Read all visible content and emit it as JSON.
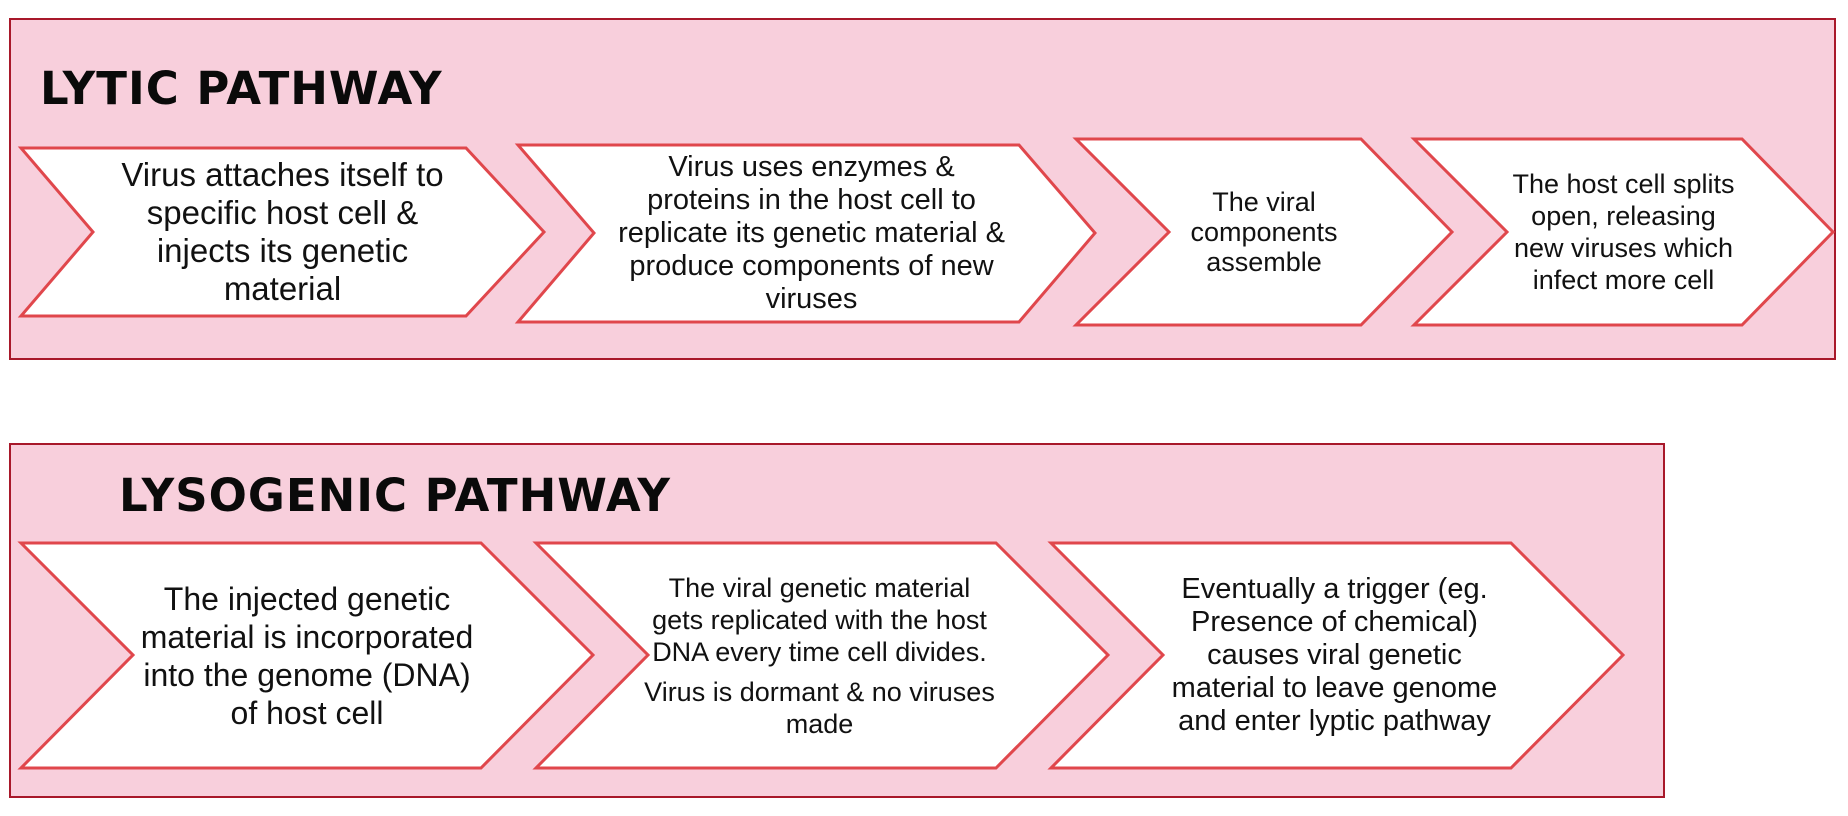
{
  "lytic": {
    "title": "LYTIC PATHWAY",
    "steps": [
      {
        "paragraphs": [
          "Virus attaches itself to specific host cell & injects its genetic material"
        ]
      },
      {
        "paragraphs": [
          "Virus uses enzymes & proteins in the host cell to replicate its genetic material & produce components of new viruses"
        ]
      },
      {
        "paragraphs": [
          "The viral components assemble"
        ]
      },
      {
        "paragraphs": [
          "The host cell splits open, releasing new viruses which infect more cell"
        ]
      }
    ]
  },
  "lysogenic": {
    "title": "LYSOGENIC PATHWAY",
    "steps": [
      {
        "paragraphs": [
          "The injected genetic material is incorporated into the genome (DNA) of host cell"
        ]
      },
      {
        "paragraphs": [
          "The viral genetic material gets replicated with the host DNA every time cell divides.",
          "Virus is dormant & no viruses made"
        ]
      },
      {
        "paragraphs": [
          "Eventually a trigger (eg. Presence of chemical) causes viral genetic material to leave genome and enter lyptic pathway"
        ]
      }
    ]
  },
  "colors": {
    "panel_fill": "#f8cfdc",
    "panel_border": "#a8182a",
    "arrow_fill": "#ffffff",
    "arrow_stroke": "#e0474c"
  }
}
